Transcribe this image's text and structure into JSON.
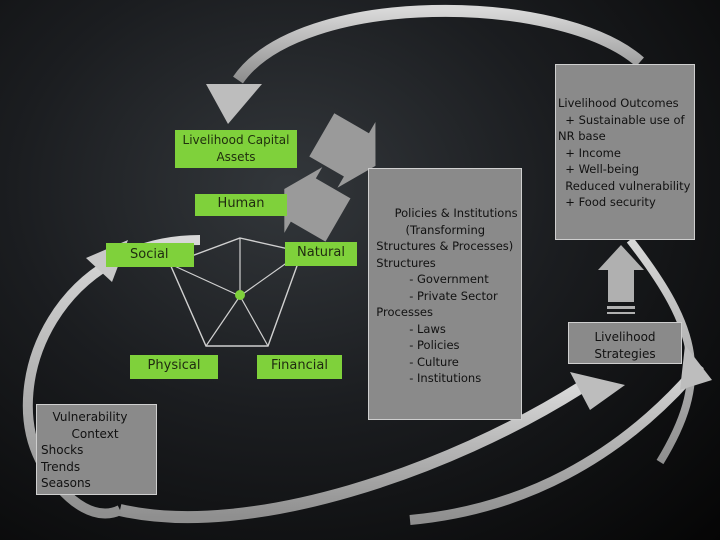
{
  "capital_assets": {
    "title": "Livelihood Capital\nAssets",
    "human": "Human",
    "social": "Social",
    "natural": "Natural",
    "physical": "Physical",
    "financial": "Financial"
  },
  "vulnerability": {
    "text": "   Vulnerability\n        Context\nShocks\nTrends\nSeasons"
  },
  "policies": {
    "text": "       Policies & Institutions\n          (Transforming\n  Structures & Processes)\n  Structures\n           - Government\n           - Private Sector\n  Processes\n           - Laws\n           - Policies\n           - Culture\n           - Institutions"
  },
  "outcomes": {
    "text": "Livelihood Outcomes\n  + Sustainable use of\nNR base\n  + Income\n  + Well-being\n  Reduced vulnerability\n  + Food security"
  },
  "strategies": {
    "text": "Livelihood\nStrategies"
  },
  "colors": {
    "green": "#7fd13b",
    "grey": "#8a8a8a",
    "arrow": "#b3b3b3"
  }
}
